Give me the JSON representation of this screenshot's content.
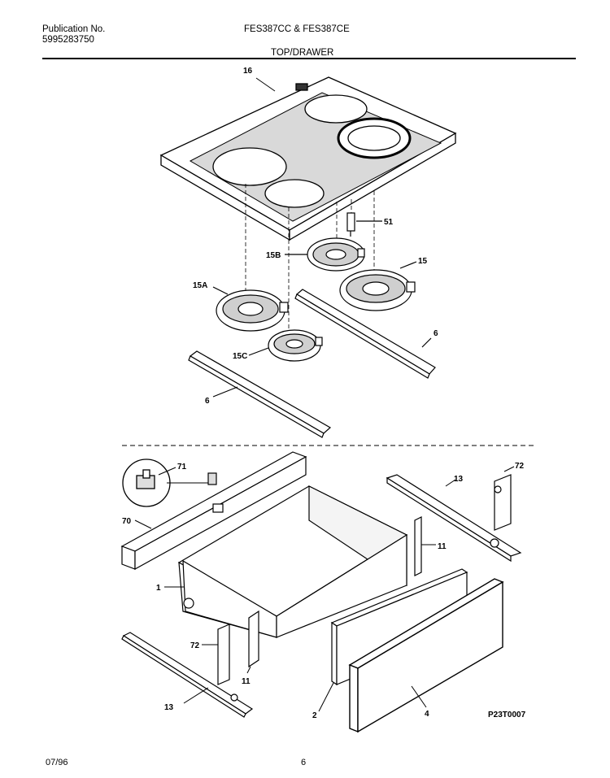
{
  "header": {
    "publication_label": "Publication No.",
    "publication_number": "5995283750",
    "model_numbers": "FES387CC & FES387CE",
    "section_title": "TOP/DRAWER"
  },
  "callouts": {
    "top": "16",
    "switch": "51",
    "element_b": "15B",
    "element_main": "15",
    "element_a": "15A",
    "element_c": "15C",
    "bracket_right": "6",
    "bracket_left": "6",
    "glide_bracket": "71",
    "rail_left": "70",
    "rail_right": "13",
    "roller_right": "72",
    "support_right": "11",
    "drawer_body": "1",
    "roller_left": "72",
    "support_left": "11",
    "rail_bottom": "13",
    "drawer_front": "2",
    "drawer_panel": "4"
  },
  "diagram_code": "P23T0007",
  "footer": {
    "date": "07/96",
    "page_number": "6"
  }
}
